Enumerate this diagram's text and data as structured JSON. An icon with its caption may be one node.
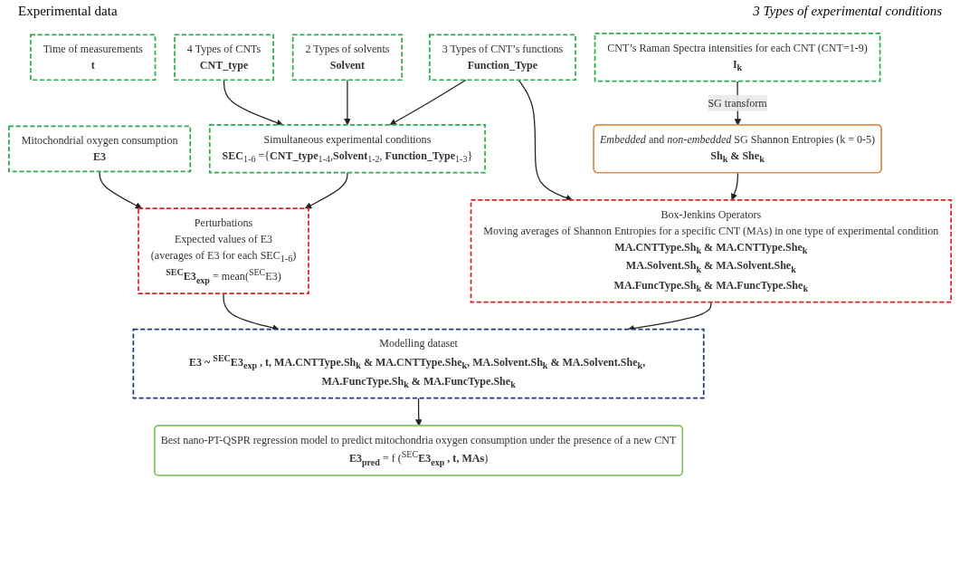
{
  "diagram": {
    "nodes": [
      {
        "text": [
          "Mitochondrial oxygen consumption",
          "**E3**"
        ]
      },
      {
        "text": [
          "Time of measurements",
          "**t**"
        ]
      },
      {
        "text": [
          "4 Types of CNTs",
          "**CNT_type**"
        ]
      },
      {
        "text": [
          "2 Types of solvents",
          "**Solvent**"
        ]
      },
      {
        "text": [
          "3 Types of CNT’s functions",
          "**Function_Type**"
        ]
      },
      {
        "text": [
          "CNT’s Raman Spectra intensities for each CNT (CNT=1-9)",
          "**I$_{k}$**"
        ]
      },
      {
        "text": [
          "Simultaneous experimental conditions",
          "**SEC**$_{1-6}$ ={**CNT_type**$_{1-4}$,**Solvent**$_{1-2}$, **Function_Type**$_{1-3}$}"
        ]
      },
      {
        "text": [
          "*Embedded* and *non-embedded* SG Shannon Entropies (k = 0-5)",
          "**Sh$_{k}$ & She$_{k}$**"
        ]
      },
      {
        "text": [
          "Perturbations",
          "Expected values of E3",
          "(averages of E3 for each SEC$_{1-6}$)",
          "**$^{SEC}$E3$_{exp}$** = mean($^{SEC}$E3)"
        ]
      },
      {
        "text": [
          "Box-Jenkins Operators",
          "Moving averages of Shannon Entropies for a specific CNT (MAs) in one type of experimental condition",
          "**MA.CNTType.Sh$_{k}$ & MA.CNTType.She$_{k}$**",
          "**MA.Solvent.Sh$_{k}$ & MA.Solvent.She$_{k}$**",
          "**MA.FuncType.Sh$_{k}$ & MA.FuncType.She$_{k}$**"
        ]
      },
      {
        "text": [
          "Modelling dataset",
          "**E3 ~ $^{SEC}$E3$_{exp}$ , t, MA.CNTType.Sh$_{k}$ & MA.CNTType.She$_{k}$, MA.Solvent.Sh$_{k}$ & MA.Solvent.She$_{k}$, MA.FuncType.Sh$_{k}$ & MA.FuncType.She$_{k}$**"
        ]
      },
      {
        "text": [
          "Best nano-PT-QSPR regression model to predict mitochondria oxygen consumption under the presence of a new CNT",
          "**E3$_{pred}$** = f ($^{SEC}$**E3$_{exp}$ , t, MAs**)"
        ]
      }
    ],
    "edges": [
      {
        "from": 0,
        "to": 8,
        "arrow": "to"
      },
      {
        "from": 2,
        "to": 6,
        "arrow": "to"
      },
      {
        "from": 3,
        "to": 6,
        "arrow": "to"
      },
      {
        "from": 4,
        "to": 6,
        "arrow": "to"
      },
      {
        "from": 4,
        "to": 9,
        "arrow": "to"
      },
      {
        "from": 6,
        "to": 8,
        "arrow": "to"
      },
      {
        "from": 5,
        "to": 7,
        "arrow": "to",
        "label": "SG transform"
      },
      {
        "from": 7,
        "to": 9,
        "arrow": "to"
      },
      {
        "from": 8,
        "to": 10,
        "arrow": "to"
      },
      {
        "from": 9,
        "to": 10,
        "arrow": "to"
      },
      {
        "from": 10,
        "to": 11,
        "arrow": "to"
      }
    ],
    "labels": [
      "Experimental data",
      "3 Types of experimental conditions"
    ]
  }
}
